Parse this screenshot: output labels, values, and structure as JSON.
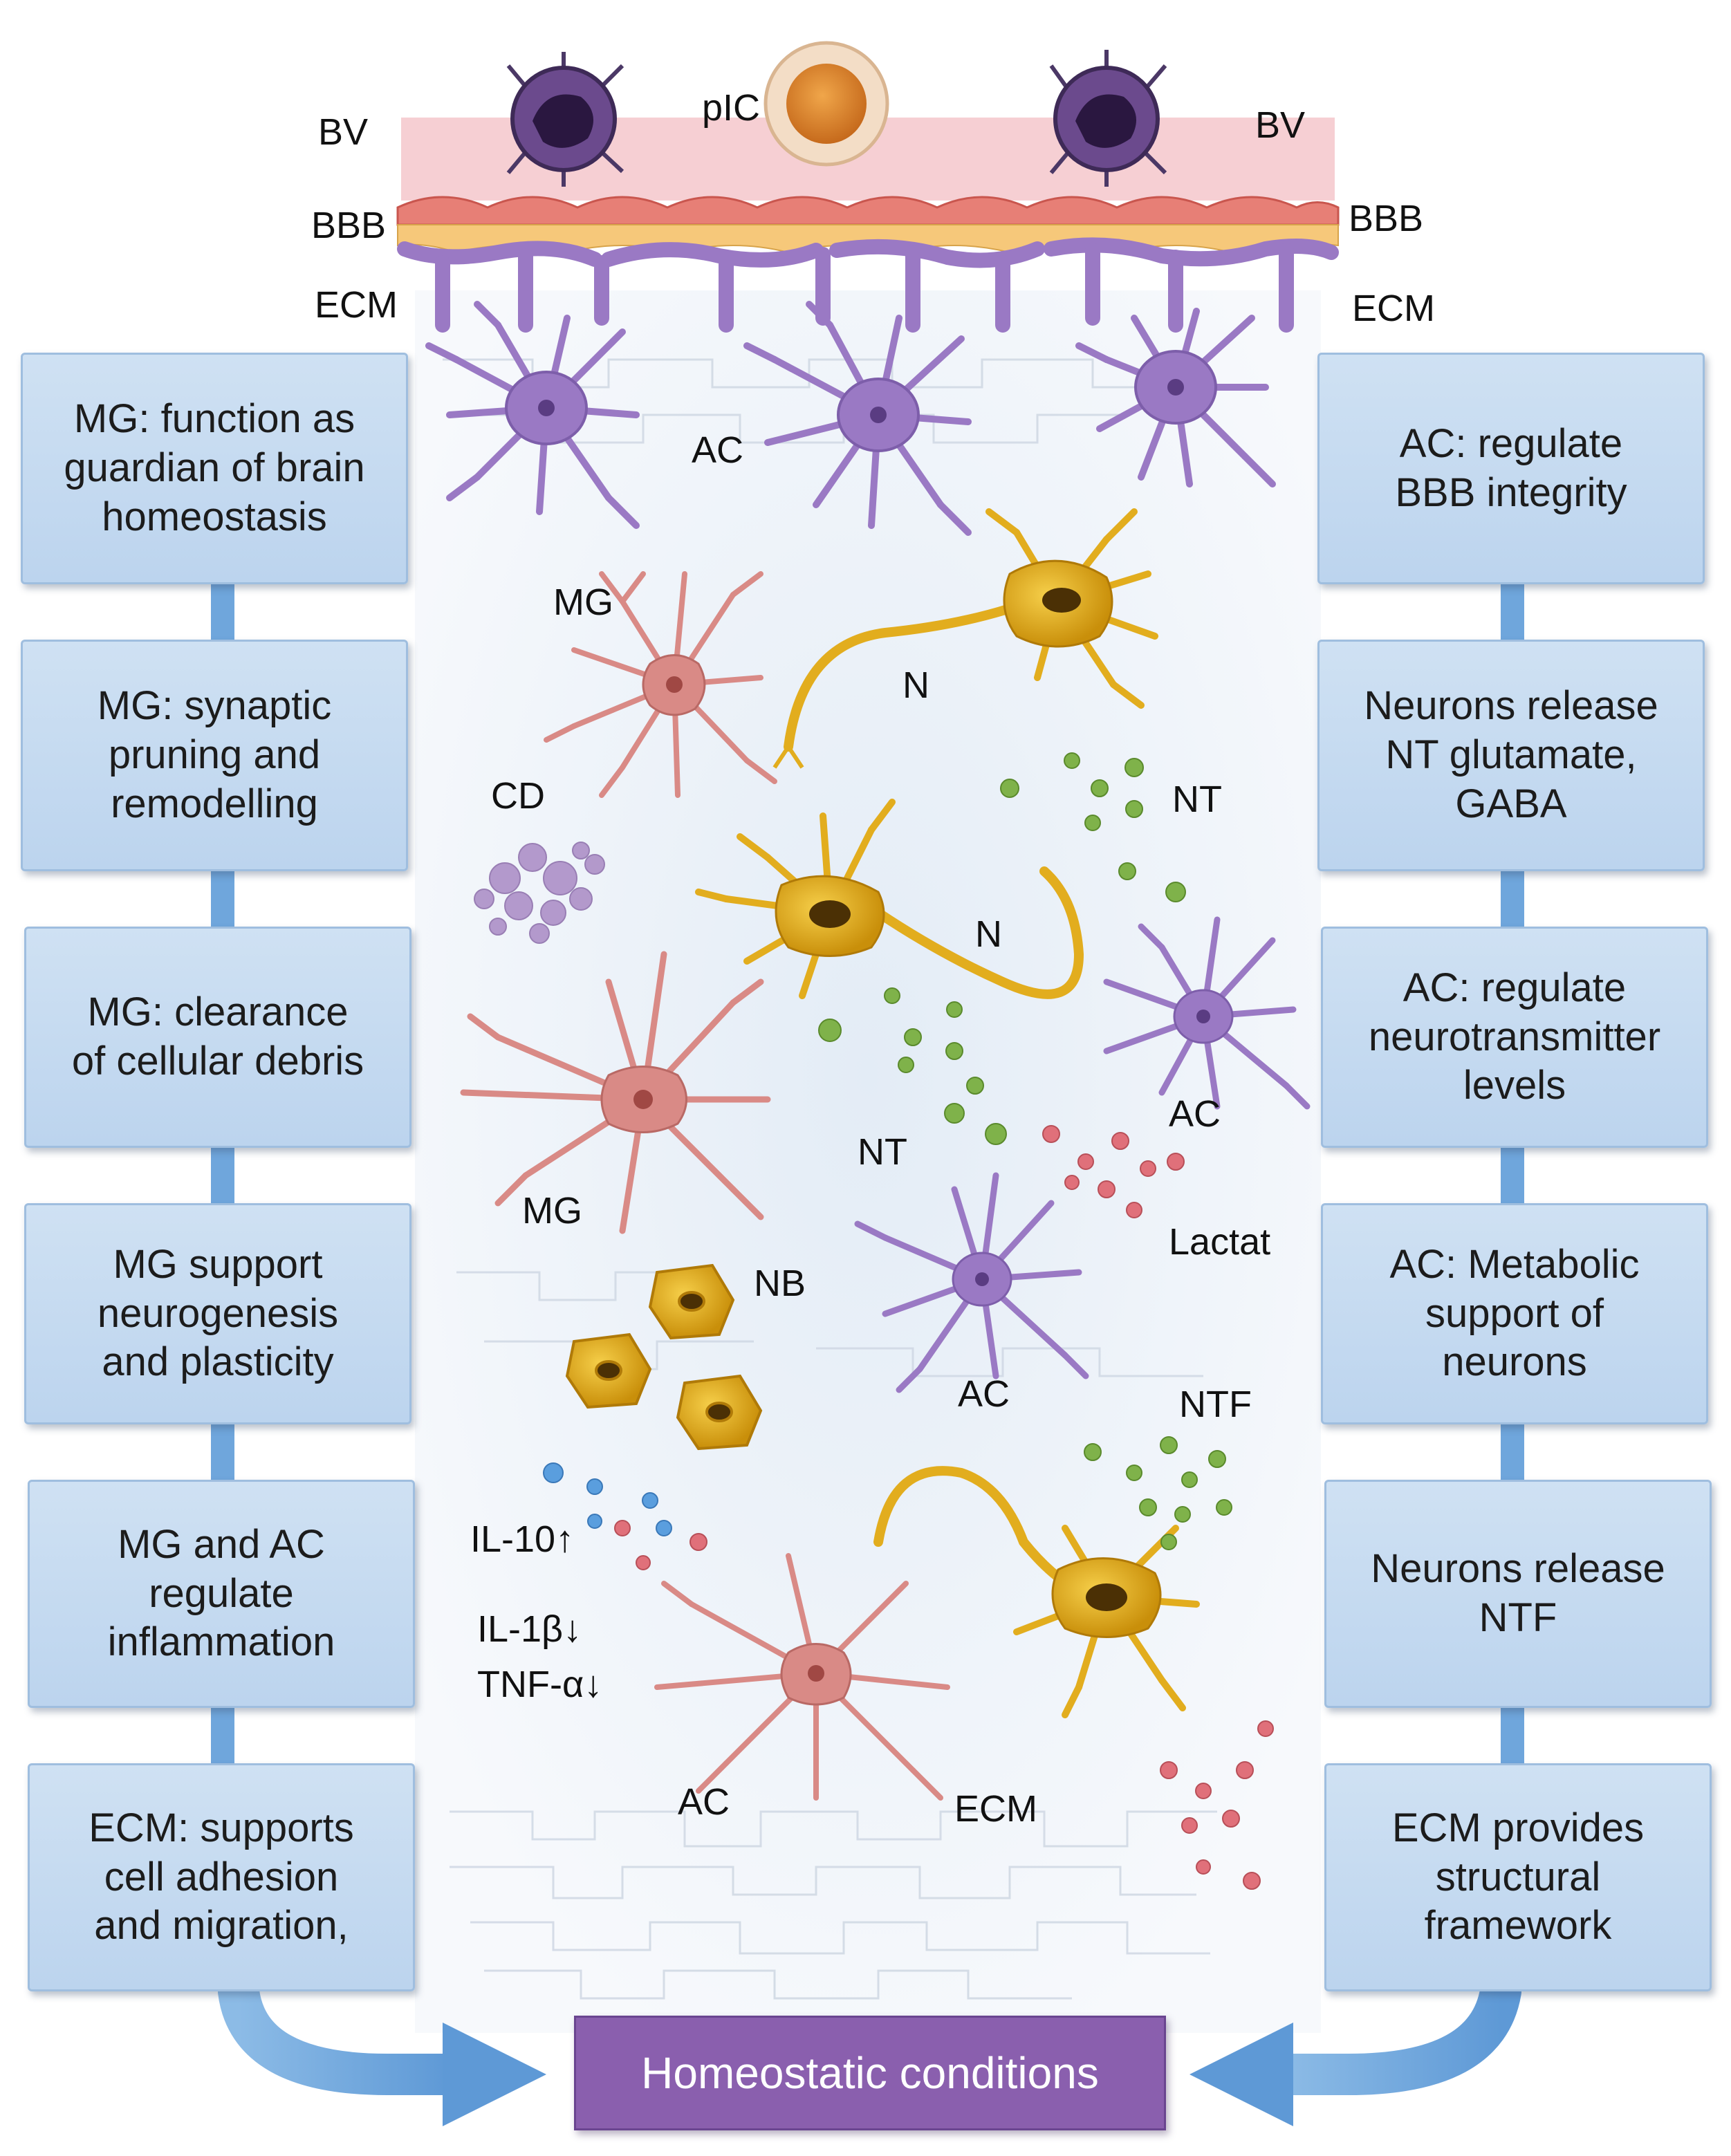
{
  "left_boxes": [
    "MG: function as\nguardian of brain\nhomeostasis",
    "MG: synaptic\npruning and\nremodelling",
    "MG: clearance\nof cellular debris",
    "MG support\nneurogenesis\nand plasticity",
    "MG and AC\nregulate\ninflammation",
    "ECM: supports\ncell adhesion\nand migration,"
  ],
  "right_boxes": [
    "AC: regulate\nBBB integrity",
    "Neurons release\nNT  glutamate,\nGABA",
    "AC: regulate\nneurotransmitter\nlevels",
    "AC: Metabolic\nsupport of\nneurons",
    "Neurons release\nNTF",
    "ECM provides\nstructural\nframework"
  ],
  "outcome": "Homeostatic conditions",
  "labels": {
    "bv_left": "BV",
    "bv_right": "BV",
    "pic": "pIC",
    "bbb_left": "BBB",
    "bbb_right": "BBB",
    "ecm_left": "ECM",
    "ecm_right": "ECM",
    "ac_top": "AC",
    "mg_top": "MG",
    "n_top": "N",
    "cd": "CD",
    "nt_top": "NT",
    "n_mid": "N",
    "ac_mid": "AC",
    "nt_mid": "NT",
    "mg_mid": "MG",
    "lactat": "Lactat",
    "nb": "NB",
    "ac_lower": "AC",
    "ntf": "NTF",
    "il10": "IL-10↑",
    "il1b": "IL-1β↓",
    "tnfa": "TNF-α↓",
    "ac_bottom": "AC",
    "ecm_bottom": "ECM"
  },
  "colors": {
    "box_fill": "#c5dbf1",
    "connector": "#6fa6dc",
    "outcome_fill": "#8a5fae",
    "astrocyte": "#9a79c4",
    "microglia": "#d98a86",
    "neuron": "#e2ad1e",
    "vessel": "#f6cfd3",
    "endothelium": "#e77f76",
    "nt_dots": "#7fb24a",
    "lactate_dots": "#e0707a",
    "cytokine_blue": "#5a9ede"
  }
}
